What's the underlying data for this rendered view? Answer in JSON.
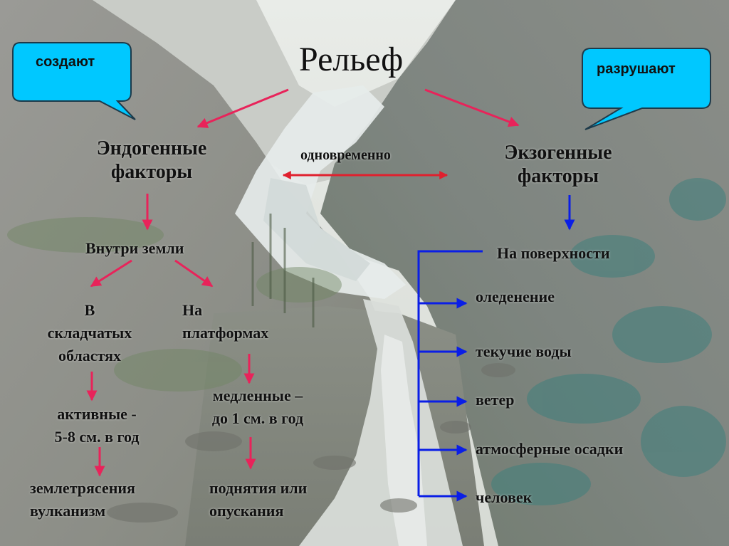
{
  "title": "Рельеф",
  "bubbles": {
    "left": "создают",
    "right": "разрушают"
  },
  "left_branch": {
    "heading_line1": "Эндогенные",
    "heading_line2": "факторы",
    "inside": "Внутри земли",
    "folded": {
      "line1": "В",
      "line2": "складчатых",
      "line3": "областях",
      "speed_line1": "активные -",
      "speed_line2": "5-8 см. в  год",
      "result_line1": "землетрясения",
      "result_line2": "вулканизм"
    },
    "platforms": {
      "line1": "На",
      "line2": "платформах",
      "speed_line1": "медленные –",
      "speed_line2": "до 1 см. в год",
      "result_line1": "поднятия или",
      "result_line2": "опускания"
    }
  },
  "simultaneous": "одновременно",
  "right_branch": {
    "heading_line1": "Экзогенные",
    "heading_line2": "факторы",
    "surface": "На поверхности",
    "items": [
      "оледенение",
      "текучие воды",
      "ветер",
      "атмосферные осадки",
      "человек"
    ]
  },
  "colors": {
    "bubble_fill": "#00c8ff",
    "bubble_stroke": "#1e3a4a",
    "arrow_red": "#e8235a",
    "arrow_blue": "#0a1ee6",
    "arrow_double": "#e0202e"
  }
}
